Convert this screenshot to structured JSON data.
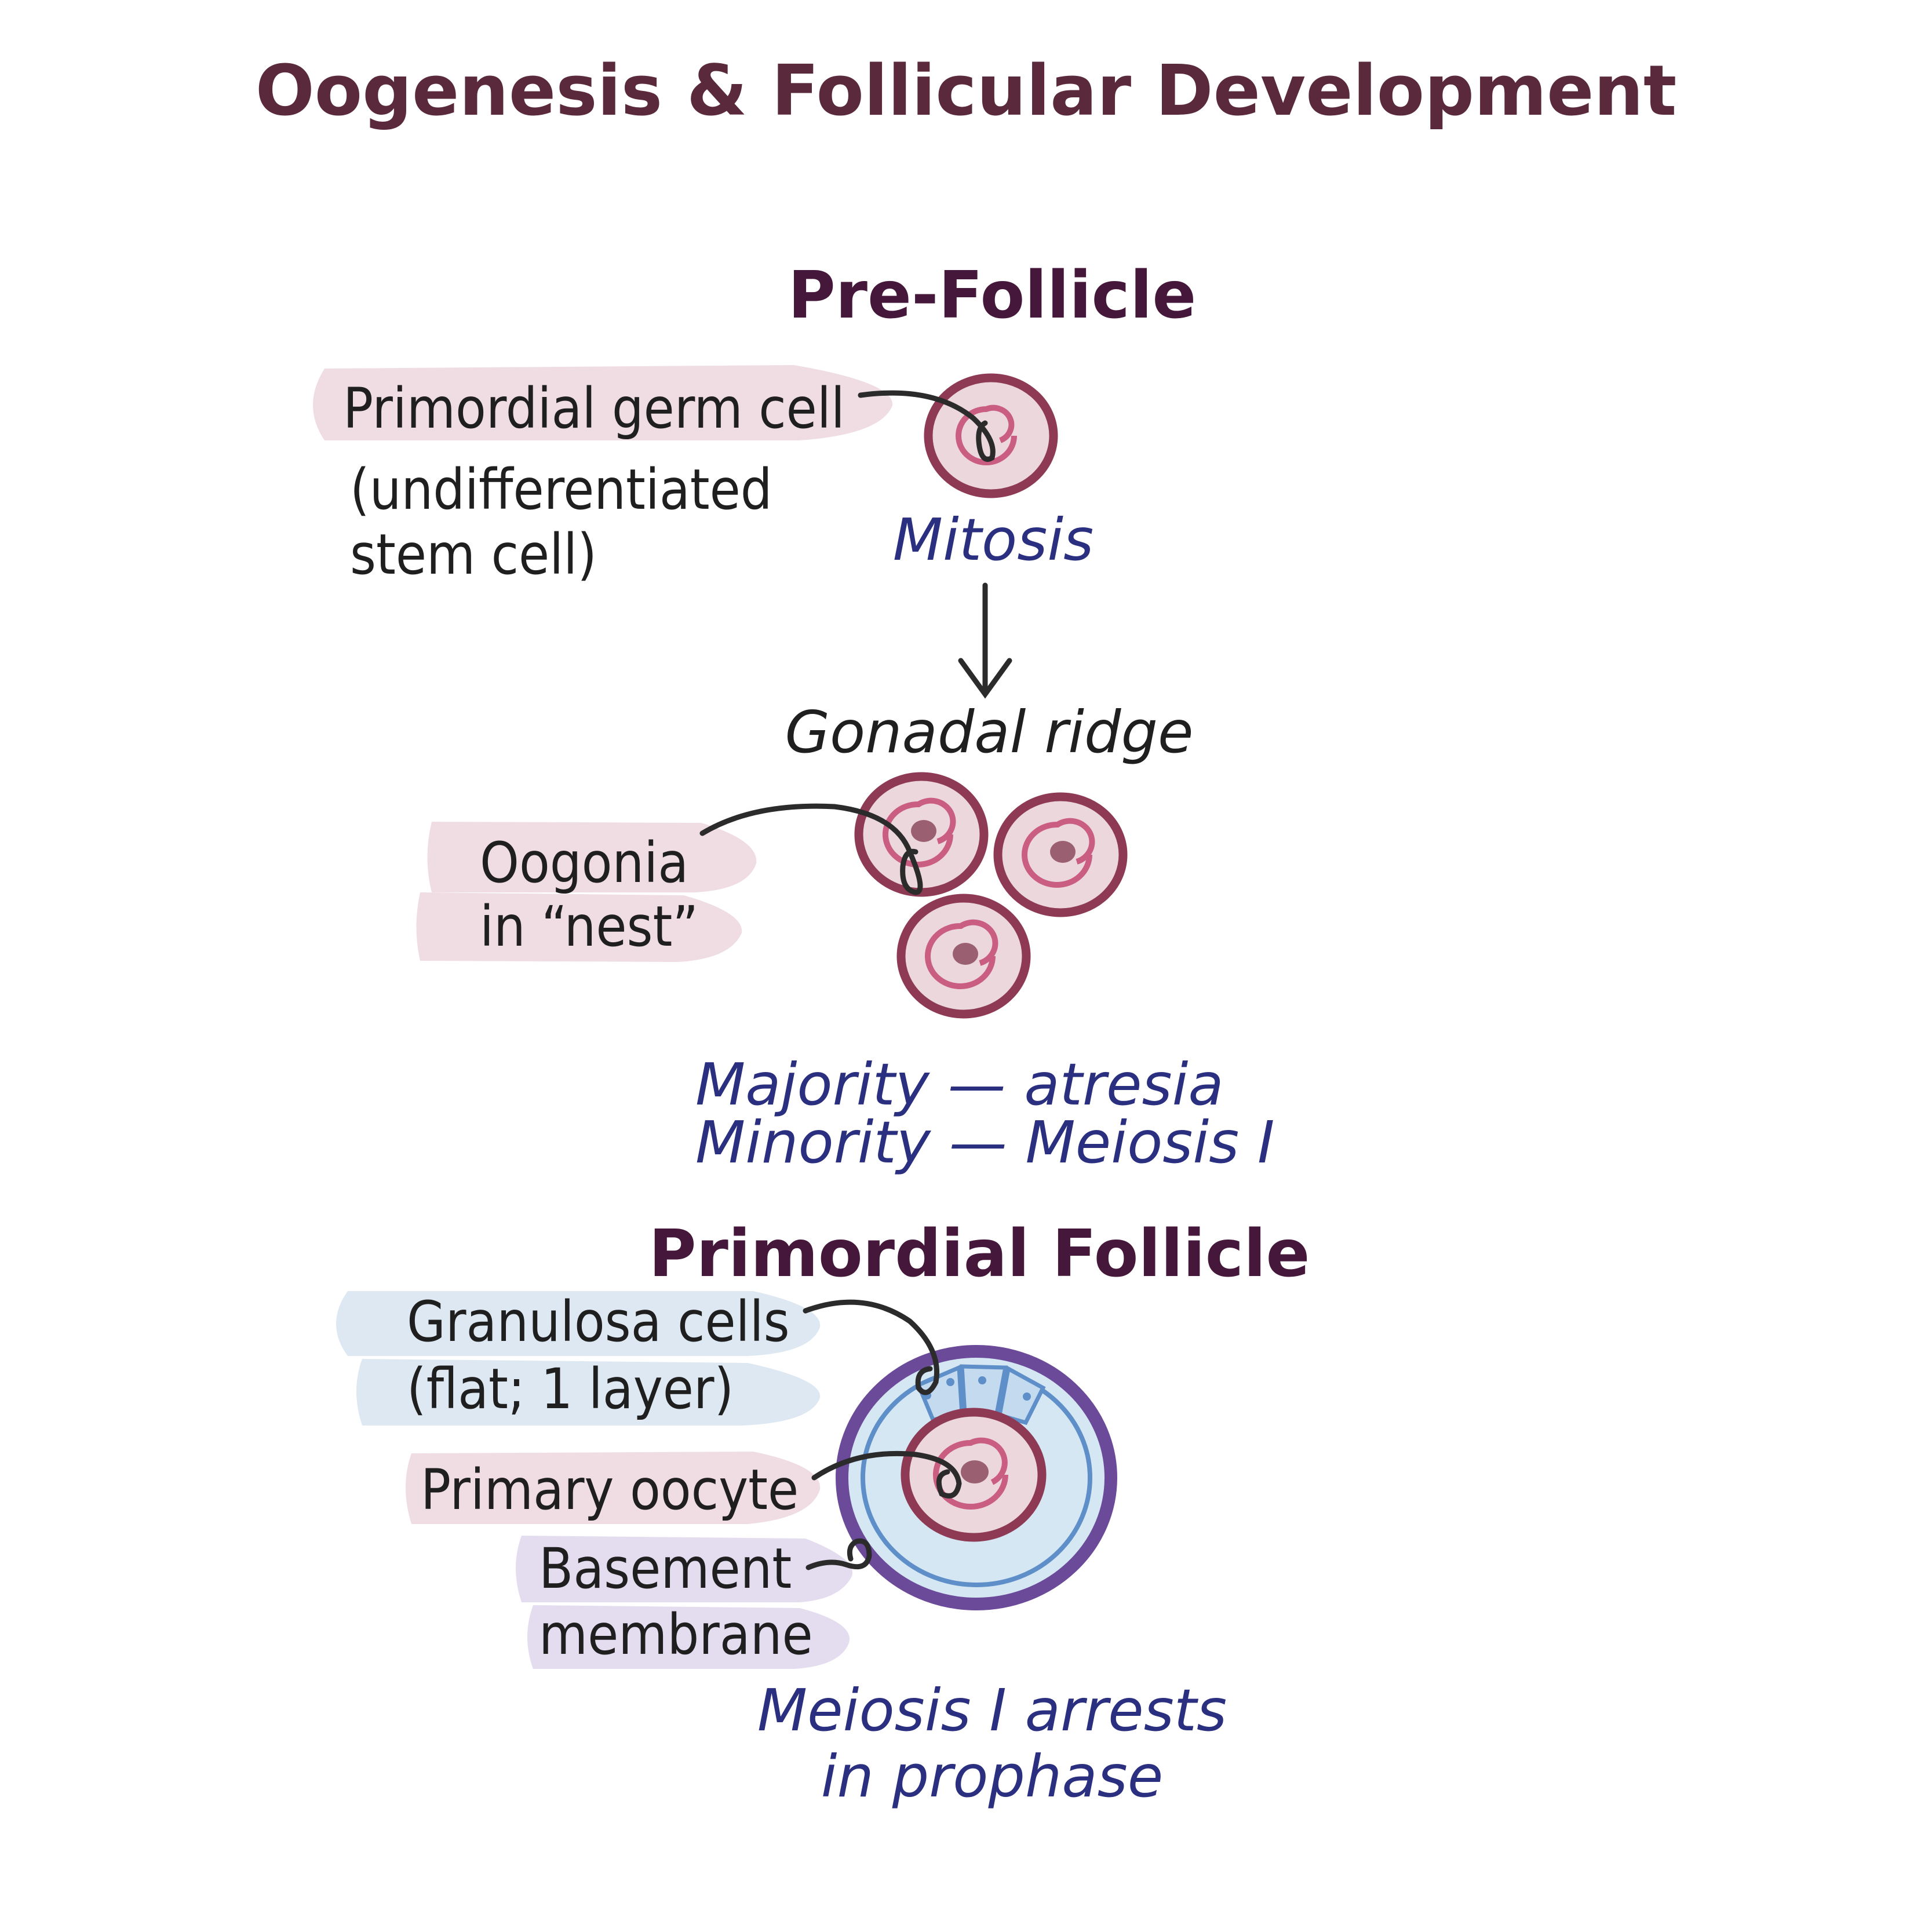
{
  "title": "Oogenesis & Follicular Development",
  "sections": {
    "pre_follicle": {
      "heading": "Pre-Follicle",
      "primordial_label": "Primordial germ cell",
      "primordial_sub_1": "(undifferentiated",
      "primordial_sub_2": "stem cell)",
      "mitosis": "Mitosis",
      "gonadal_ridge": "Gonadal ridge",
      "oogonia_1": "Oogonia",
      "oogonia_2": "in “nest”",
      "fate_1": "Majority — atresia",
      "fate_2": "Minority — Meiosis I"
    },
    "primordial_follicle": {
      "heading": "Primordial Follicle",
      "granulosa_1": "Granulosa cells",
      "granulosa_2": "(flat; 1 layer)",
      "oocyte": "Primary oocyte",
      "basement_1": "Basement",
      "basement_2": "membrane",
      "arrest_1": "Meiosis I arrests",
      "arrest_2": "in prophase"
    }
  },
  "colors": {
    "title": "#5a2a3c",
    "heading": "#45173a",
    "blue_text": "#2b2f80",
    "cell_outline": "#8e3a55",
    "cell_fill": "#ecd7dd",
    "follicle_outline": "#6b4a9a",
    "granulosa": "#6f9fd0"
  }
}
